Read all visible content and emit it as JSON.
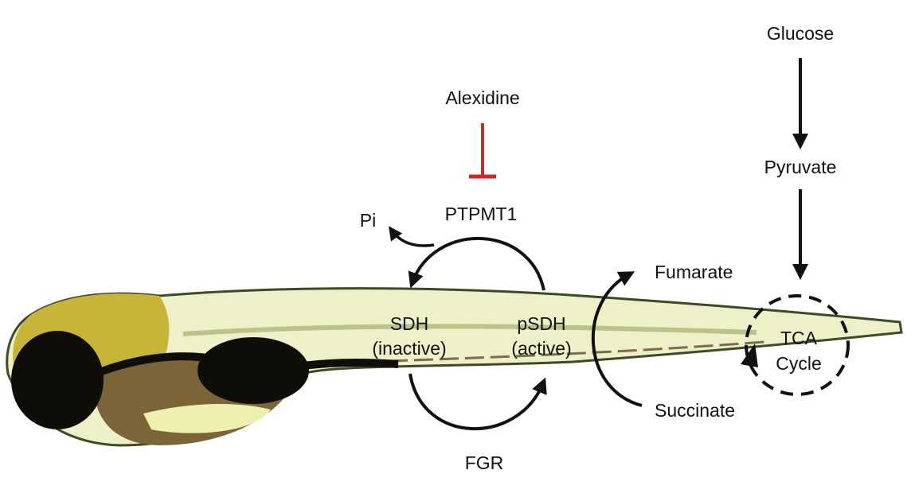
{
  "diagram": {
    "title": "PTPMT1 regulation of SDH in zebrafish larva",
    "labels": {
      "glucose": "Glucose",
      "pyruvate": "Pyruvate",
      "alexidine": "Alexidine",
      "ptpmt1": "PTPMT1",
      "pi": "Pi",
      "sdh_line1": "SDH",
      "sdh_line2": "(inactive)",
      "psdh_line1": "pSDH",
      "psdh_line2": "(active)",
      "fgr": "FGR",
      "fumarate": "Fumarate",
      "succinate": "Succinate",
      "tca_line1": "TCA",
      "tca_line2": "Cycle"
    },
    "colors": {
      "arrow": "#111111",
      "inhibition": "#cc2a2a",
      "fish_body": "#eef0c8",
      "fish_head": "#c9b43a",
      "fish_eye": "#0f0d08",
      "fish_yolk": "#7a6438"
    },
    "relations": [
      {
        "from": "Glucose",
        "to": "Pyruvate",
        "type": "activation"
      },
      {
        "from": "Pyruvate",
        "to": "TCA Cycle",
        "type": "activation"
      },
      {
        "from": "Alexidine",
        "to": "PTPMT1",
        "type": "inhibition"
      },
      {
        "from": "pSDH (active)",
        "to": "SDH (inactive)",
        "type": "dephosphorylation",
        "via": "PTPMT1",
        "releases": "Pi"
      },
      {
        "from": "SDH (inactive)",
        "to": "pSDH (active)",
        "type": "phosphorylation",
        "via": "FGR"
      },
      {
        "from": "Succinate",
        "to": "Fumarate",
        "type": "conversion"
      }
    ]
  }
}
